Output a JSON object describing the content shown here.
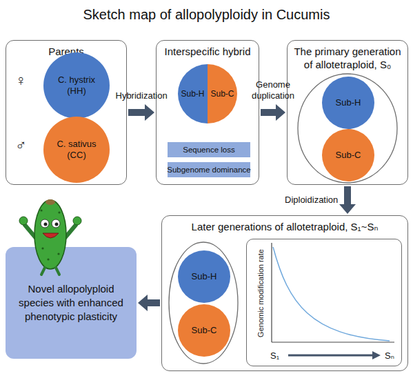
{
  "diagram": {
    "title": "Sketch map of allopolyploidy in Cucumis",
    "nodes": [
      {
        "text": [
          "Parents"
        ]
      },
      {
        "text": [
          "C. hystrix (HH)"
        ],
        "in": 0
      },
      {
        "text": [
          "C. sativus (CC)"
        ],
        "in": 0
      },
      {
        "text": [
          "Interspecific hybrid"
        ]
      },
      {
        "text": [
          "Sub-H"
        ],
        "in": 3
      },
      {
        "text": [
          "Sub-C"
        ],
        "in": 3
      },
      {
        "text": [
          "Sequence loss"
        ],
        "in": 3
      },
      {
        "text": [
          "Subgenome dominance"
        ],
        "in": 3
      },
      {
        "text": [
          "The primary generation of allotetraploid, S₀"
        ]
      },
      {
        "text": [
          "Sub-H"
        ],
        "in": 8
      },
      {
        "text": [
          "Sub-C"
        ],
        "in": 8
      },
      {
        "text": [
          "Later generations of allotetraploid, S₁~Sₙ"
        ]
      },
      {
        "text": [
          "Sub-H"
        ],
        "in": 11
      },
      {
        "text": [
          "Sub-C"
        ],
        "in": 11
      },
      {
        "text": [
          "Genomic modification rate",
          "S₁",
          "Sₙ"
        ],
        "in": 11
      },
      {
        "text": [
          "Novel allopolyploid species with enhanced phenotypic plasticity"
        ]
      }
    ],
    "edges": [
      {
        "from": 0,
        "to": 3,
        "arrow": "to",
        "label": "Hybridization"
      },
      {
        "from": 3,
        "to": 8,
        "arrow": "to",
        "label": "Genome duplication"
      },
      {
        "from": 8,
        "to": 11,
        "arrow": "to",
        "label": "Diploidization"
      },
      {
        "from": 11,
        "to": 15,
        "arrow": "to"
      }
    ],
    "labels": [
      "♀",
      "♂"
    ]
  }
}
